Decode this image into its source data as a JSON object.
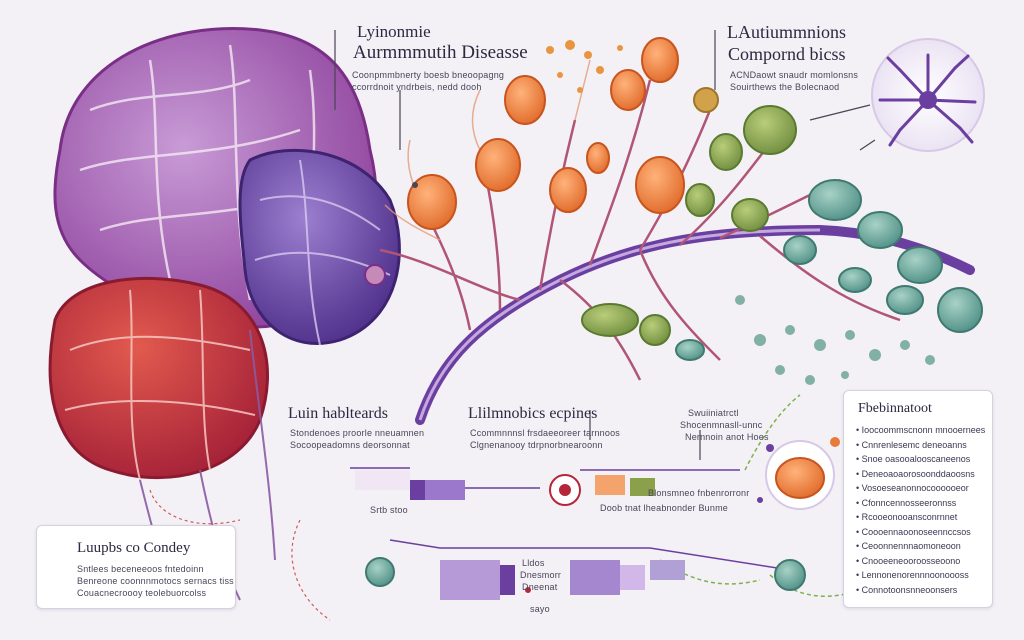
{
  "colors": {
    "purple": "#6b3fa0",
    "magenta": "#a4377e",
    "red": "#b6263a",
    "orange": "#e87a3a",
    "olive": "#8aa04a",
    "teal": "#5d9a8d",
    "lavender": "#b8a3d6"
  },
  "labels": {
    "top_center_title_1": "Lyinonmie",
    "top_center_title_2": "Aurmmmutih Diseasse",
    "top_center_sub_1": "Coonpmmbnerty boesb bneoopagng",
    "top_center_sub_2": "ccorrdnoit yndrbeis, nedd dooh",
    "top_right_title_1": "LAutiummnions",
    "top_right_title_2": "Compornd bicss",
    "top_right_sub_1": "ACNDaowt snaudr momlonsns",
    "top_right_sub_2": "Souirthews the Bolecnaod",
    "mid_left_title": "Luin hablteards",
    "mid_left_sub_1": "Stondenoes proorle nneuamnen",
    "mid_left_sub_2": "Socoopeadomns deorsonnat",
    "mid_center_title": "Llilmnobics ecpines",
    "mid_center_sub_1": "Ccommnnnsl frsdaeeoreer tarnnoos",
    "mid_center_sub_2": "Clgnenanooy tdrpnorbnearoonn",
    "right_mid_sub_1": "Swuiiniatrctl",
    "right_mid_sub_2": "Shocenmnasll-unnc",
    "right_mid_sub_3": "Nernnoin anot Hoes",
    "flow_label_left": "Srtb stoo",
    "flow_label_right": "Doob tnat lheabnonder Bunme",
    "flow_label_right_top": "Blonsmneo fnbenrorronr",
    "flow_mid_1": "Lldos",
    "flow_mid_2": "Dnesmorr",
    "flow_mid_3": "Dneenat",
    "flow_mid_4": "sayo"
  },
  "legend_card": {
    "title": "Luupbs co Condey",
    "line_1": "Sntlees beceneeoos fntedoinn",
    "line_2": "Benreone coonnnmotocs sernacs tiss",
    "line_3": "Couacnecroooy teolebuorcolss"
  },
  "right_card": {
    "title": "Fbebinnatoot",
    "items": [
      "Ioocoommscnonn mnooernees",
      "Cnnrenlesemc deneoanns",
      "Snoe oasooalooscaneenos",
      "Deneoaoaorosoonddaoosns",
      "Vosoeseanonnocoooooeor",
      "Cfonncennosseeronnss",
      "Rcooeonooansconrnnet",
      "Coooennaoonoseennccsos",
      "Ceoonnennnaomoneoon",
      "Cnooeeneooroosseoono",
      "Lennonenorennnoonoooss",
      "Connotoonsnneoonsers"
    ]
  }
}
